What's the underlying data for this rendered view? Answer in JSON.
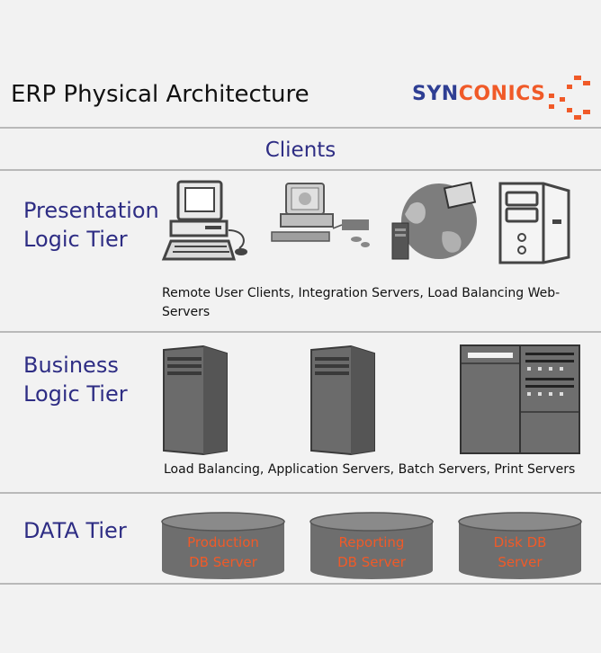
{
  "title": "ERP Physical Architecture",
  "logo": {
    "part1": "SYN",
    "part2": "CONICS",
    "brand_color": "#2e3e93",
    "accent_color": "#f05a28"
  },
  "clients_label": "Clients",
  "tiers": [
    {
      "label_line1": "Presentation",
      "label_line2": "Logic Tier",
      "caption": "Remote User Clients, Integration Servers, Load Balancing Web-Servers",
      "icons": [
        "desktop-computer-icon",
        "workstation-icon",
        "globe-network-icon",
        "server-cabinet-icon"
      ]
    },
    {
      "label_line1": "Business",
      "label_line2": "Logic Tier",
      "caption": "Load Balancing, Application Servers, Batch Servers, Print Servers",
      "icons": [
        "tower-server-icon",
        "tower-server-icon",
        "rack-server-icon"
      ]
    },
    {
      "label_line1": "DATA Tier",
      "databases": [
        {
          "line1": "Production",
          "line2": "DB Server"
        },
        {
          "line1": "Reporting",
          "line2": "DB Server"
        },
        {
          "line1": "Disk DB",
          "line2": "Server"
        }
      ]
    }
  ]
}
